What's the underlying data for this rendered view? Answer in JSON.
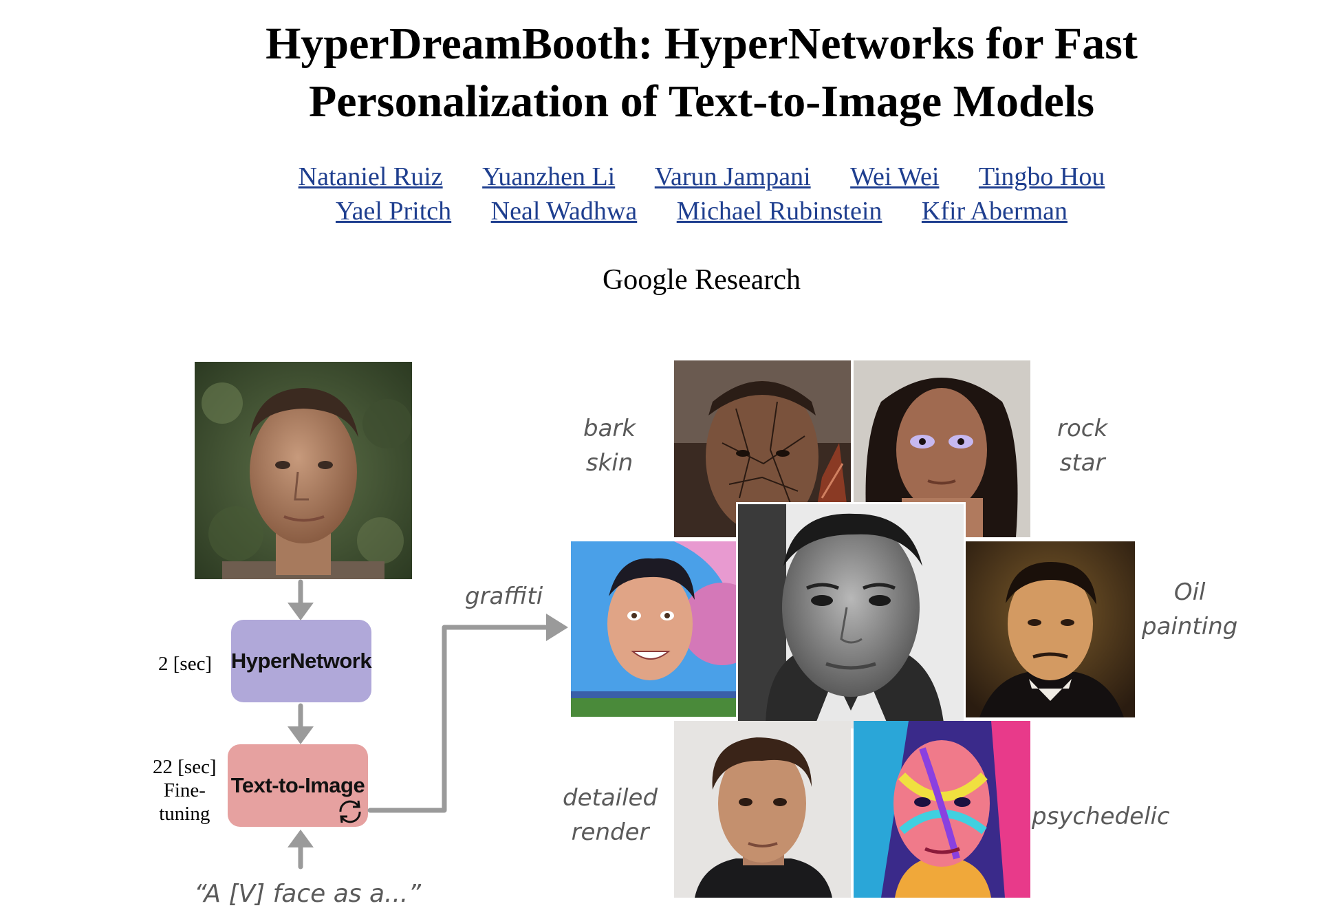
{
  "paper": {
    "title_line1": "HyperDreamBooth: HyperNetworks for Fast",
    "title_line2": "Personalization of Text-to-Image Models",
    "authors_row1": [
      "Nataniel Ruiz",
      "Yuanzhen Li",
      "Varun Jampani",
      "Wei Wei",
      "Tingbo Hou"
    ],
    "authors_row2": [
      "Yael Pritch",
      "Neal Wadhwa",
      "Michael Rubinstein",
      "Kfir Aberman"
    ],
    "affiliation": "Google Research",
    "link_color": "#1f3f8f"
  },
  "figure": {
    "hypernetwork_label": "HyperNetwork",
    "hypernetwork_time": "2 [sec]",
    "t2i_label": "Text-to-Image",
    "t2i_time": "22 [sec]",
    "t2i_note_1": "Fine-",
    "t2i_note_2": "tuning",
    "prompt": "“A [V] face as a...”",
    "styles": {
      "bark_1": "bark",
      "bark_2": "skin",
      "rock_1": "rock",
      "rock_2": "star",
      "graffiti": "graffiti",
      "oil_1": "Oil",
      "oil_2": "painting",
      "detailed_1": "detailed",
      "detailed_2": "render",
      "psychedelic": "psychedelic"
    },
    "colors": {
      "hypernetwork_box": "#b0a8d9",
      "t2i_box": "#e6a1a0",
      "arrow": "#9a9a9a",
      "handwriting": "#5a5a5a"
    }
  }
}
